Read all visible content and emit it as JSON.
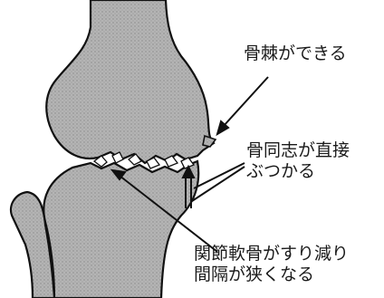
{
  "labels": {
    "spur": "骨棘ができる",
    "contact_line1": "骨同志が直接",
    "contact_line2": "ぶつかる",
    "cartilage_line1": "関節軟骨がすり減り",
    "cartilage_line2": "間隔が狭くなる"
  },
  "colors": {
    "bone_fill": "#a9a9a9",
    "outline": "#111111",
    "text": "#1a1a1a"
  }
}
